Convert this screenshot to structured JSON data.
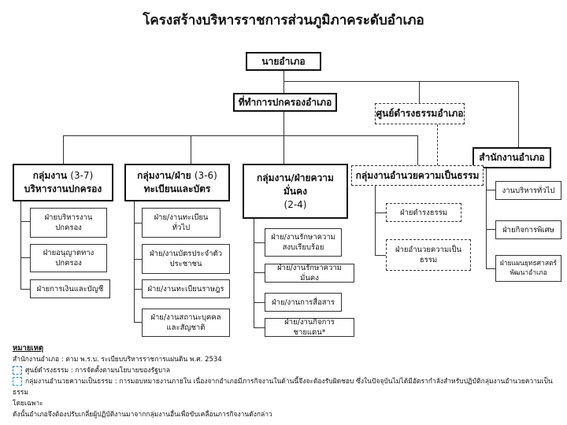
{
  "title": "โครงสร้างบริหารราชการส่วนภูมิภาคระดับอำเภอ",
  "top": "นายอำเภอ",
  "office": "ที่ทำการปกครองอำเภอ",
  "center": "ศูนย์ดำรงธรรมอำเภอ",
  "district_office": "สำนักงานอำเภอ",
  "groups": [
    {
      "title": "กลุ่มงาน",
      "count": "(3-7)",
      "title2": "บริหารงานปกครอง",
      "items": [
        "ฝ่ายบริหารงานปกครอง",
        "ฝ่ายอนุญาตทางปกครอง",
        "ฝ่ายการเงินและบัญชี"
      ]
    },
    {
      "title": "กลุ่มงาน/ฝ่าย",
      "count": "(3-6)",
      "title2": "ทะเบียนและบัตร",
      "items": [
        "ฝ่าย/งานทะเบียนทั่วไป",
        "ฝ่าย/งานบัตรประจำตัวประชาชน",
        "ฝ่าย/งานทะเบียนราษฎร",
        "ฝ่าย/งานสถานะบุคคลและสัญชาติ"
      ]
    },
    {
      "title": "กลุ่มงาน/ฝ่ายความมั่นคง",
      "count": "(2-4)",
      "items": [
        "ฝ่าย/งานรักษาความสงบเรียบร้อย",
        "ฝ่าย/งานรักษาความมั่นคง",
        "ฝ่าย/งานการสื่อสาร",
        "ฝ่าย/งานกิจการชายแดน*"
      ]
    },
    {
      "title": "กลุ่มงานอำนวยความเป็นธรรม",
      "items": [
        "ฝ่ายดำรงธรรม",
        "ฝ่ายอำนวยความเป็นธรรม"
      ]
    }
  ],
  "office_items": [
    "งานบริหารทั่วไป",
    "ฝ่ายกิจการพิเศษ",
    "ฝ่ายแผนยุทธศาสตร์พัฒนาอำเภอ"
  ],
  "notes": {
    "heading": "หมายเหตุ",
    "line1": "สำนักงานอำเภอ : ตาม พ.ร.บ. ระเบียบบริหารราชการแผ่นดิน พ.ศ. 2534",
    "line2": "ศูนย์ดำรงธรรม : การจัดตั้งตามนโยบายของรัฐบาล",
    "line3": "กลุ่มงานอำนวยความเป็นธรรม : การมอบหมายงานภายใน เนื่องจากอำเภอมีภารกิจงานในด้านนี้จึงจะต้องรับผิดชอบ ซึ่งในปัจจุบันไม่ได้มีอัตรากำลังสำหรับปฏิบัติกลุ่มงานอำนวยความเป็นธรรม",
    "line4": "โดยเฉพาะ",
    "line5": "ดังนั้นอำเภอจึงต้องปรับเกลี่ยผู้ปฏิบัติงานมาจากกลุ่มงานอื่นเพื่อขับเคลื่อนภารกิจงานดังกล่าว"
  }
}
